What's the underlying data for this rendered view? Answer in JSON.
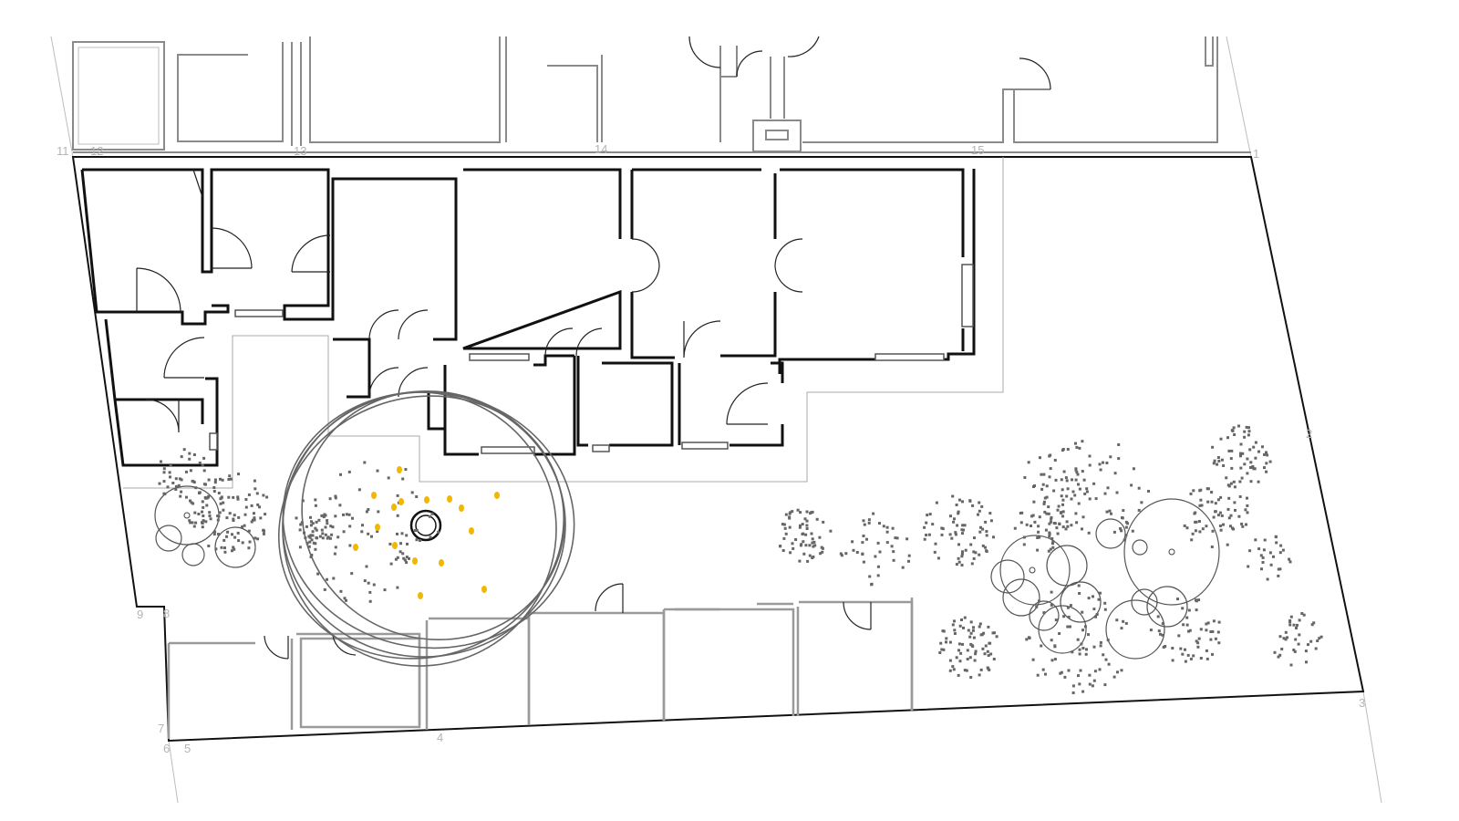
{
  "plan": {
    "type": "site floor plan",
    "vertex_labels": [
      "1",
      "2",
      "3",
      "4",
      "5",
      "6",
      "7",
      "8",
      "9",
      "11",
      "12",
      "13",
      "14",
      "15"
    ]
  },
  "colors": {
    "wall": "#111111",
    "neighbor": "#8a8a8a",
    "plant_dots": "#666666",
    "accent_flowers": "#f2b705"
  }
}
